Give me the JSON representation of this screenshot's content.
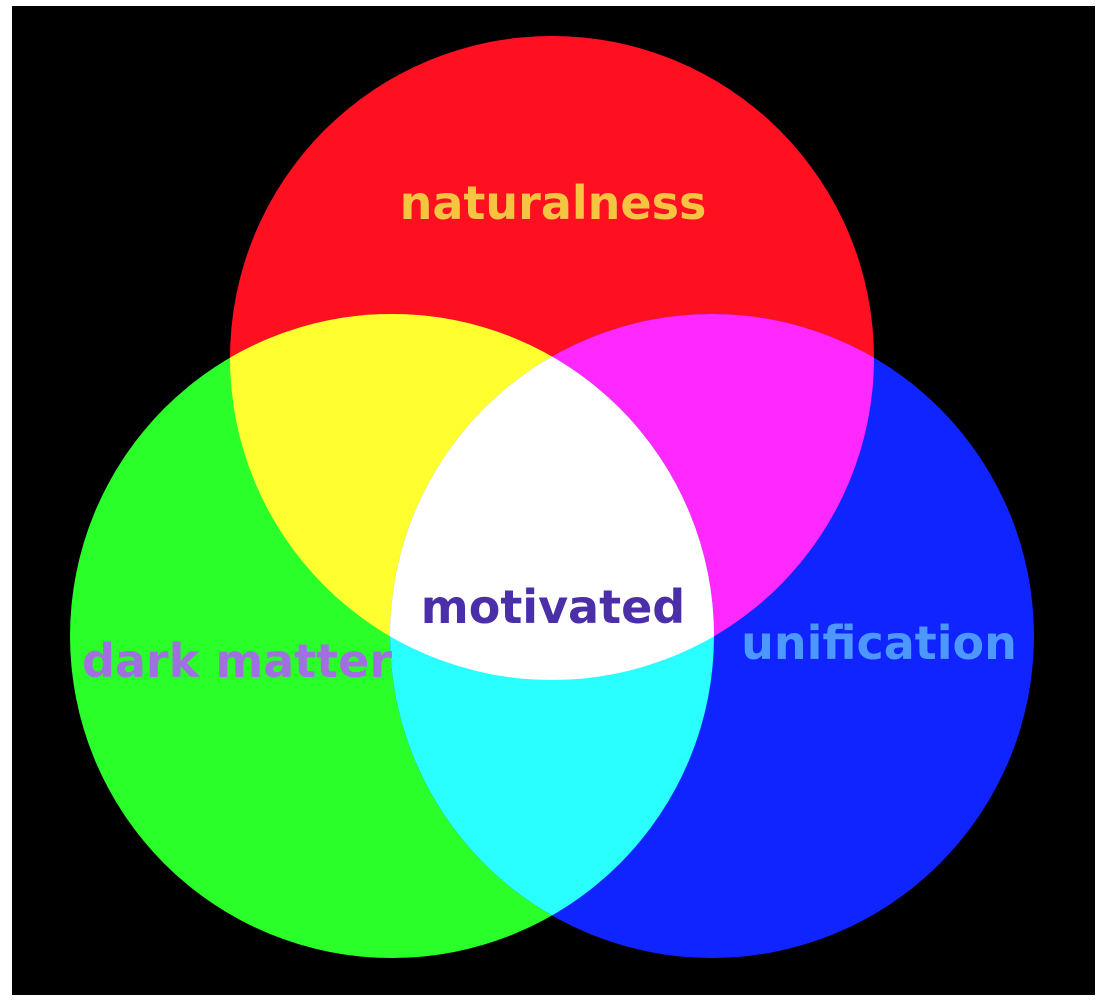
{
  "diagram": {
    "background_color": "#000000",
    "circles": [
      {
        "id": "red",
        "color": "#ff1020",
        "label": "naturalness",
        "label_color": "#f5c542"
      },
      {
        "id": "green",
        "color": "#2aff2a",
        "label": "dark matter",
        "label_color": "#a070e0"
      },
      {
        "id": "blue",
        "color": "#1024ff",
        "label": "unification",
        "label_color": "#4d98ff"
      }
    ],
    "overlaps": [
      {
        "id": "red-green",
        "color": "#ffff30"
      },
      {
        "id": "red-blue",
        "color": "#ff28ff"
      },
      {
        "id": "green-blue",
        "color": "#2affff"
      },
      {
        "id": "all",
        "color": "#ffffff"
      }
    ],
    "center_label": "motivated",
    "center_label_color": "#4a2fa8"
  }
}
